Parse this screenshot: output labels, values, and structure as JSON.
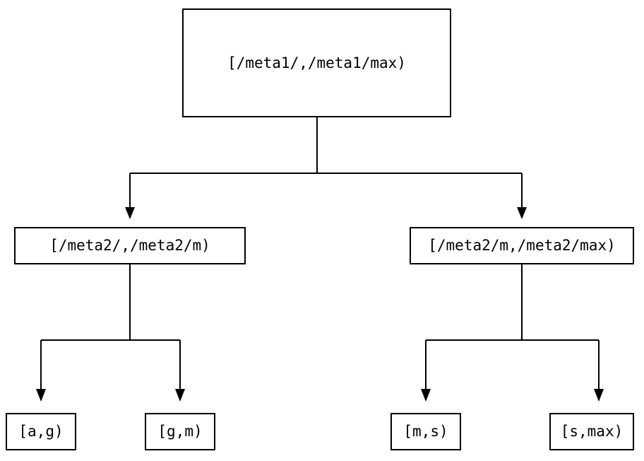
{
  "diagram": {
    "type": "tree",
    "title": "",
    "background_color": "#ffffff",
    "stroke_color": "#000000",
    "fill_color": "#ffffff",
    "stroke_width": 2,
    "arrowhead": "solid-triangle-down",
    "nodes": {
      "root": {
        "label": "[/meta1/,/meta1/max)"
      },
      "mid_left": {
        "label": "[/meta2/,/meta2/m)"
      },
      "mid_right": {
        "label": "[/meta2/m,/meta2/max)"
      },
      "leaves": [
        {
          "label": "[a,g)"
        },
        {
          "label": "[g,m)"
        },
        {
          "label": "[m,s)"
        },
        {
          "label": "[s,max)"
        }
      ]
    },
    "edges": [
      {
        "from": "root",
        "to": "mid_left"
      },
      {
        "from": "root",
        "to": "mid_right"
      },
      {
        "from": "mid_left",
        "to": "leaf_0"
      },
      {
        "from": "mid_left",
        "to": "leaf_1"
      },
      {
        "from": "mid_right",
        "to": "leaf_2"
      },
      {
        "from": "mid_right",
        "to": "leaf_3"
      }
    ]
  }
}
